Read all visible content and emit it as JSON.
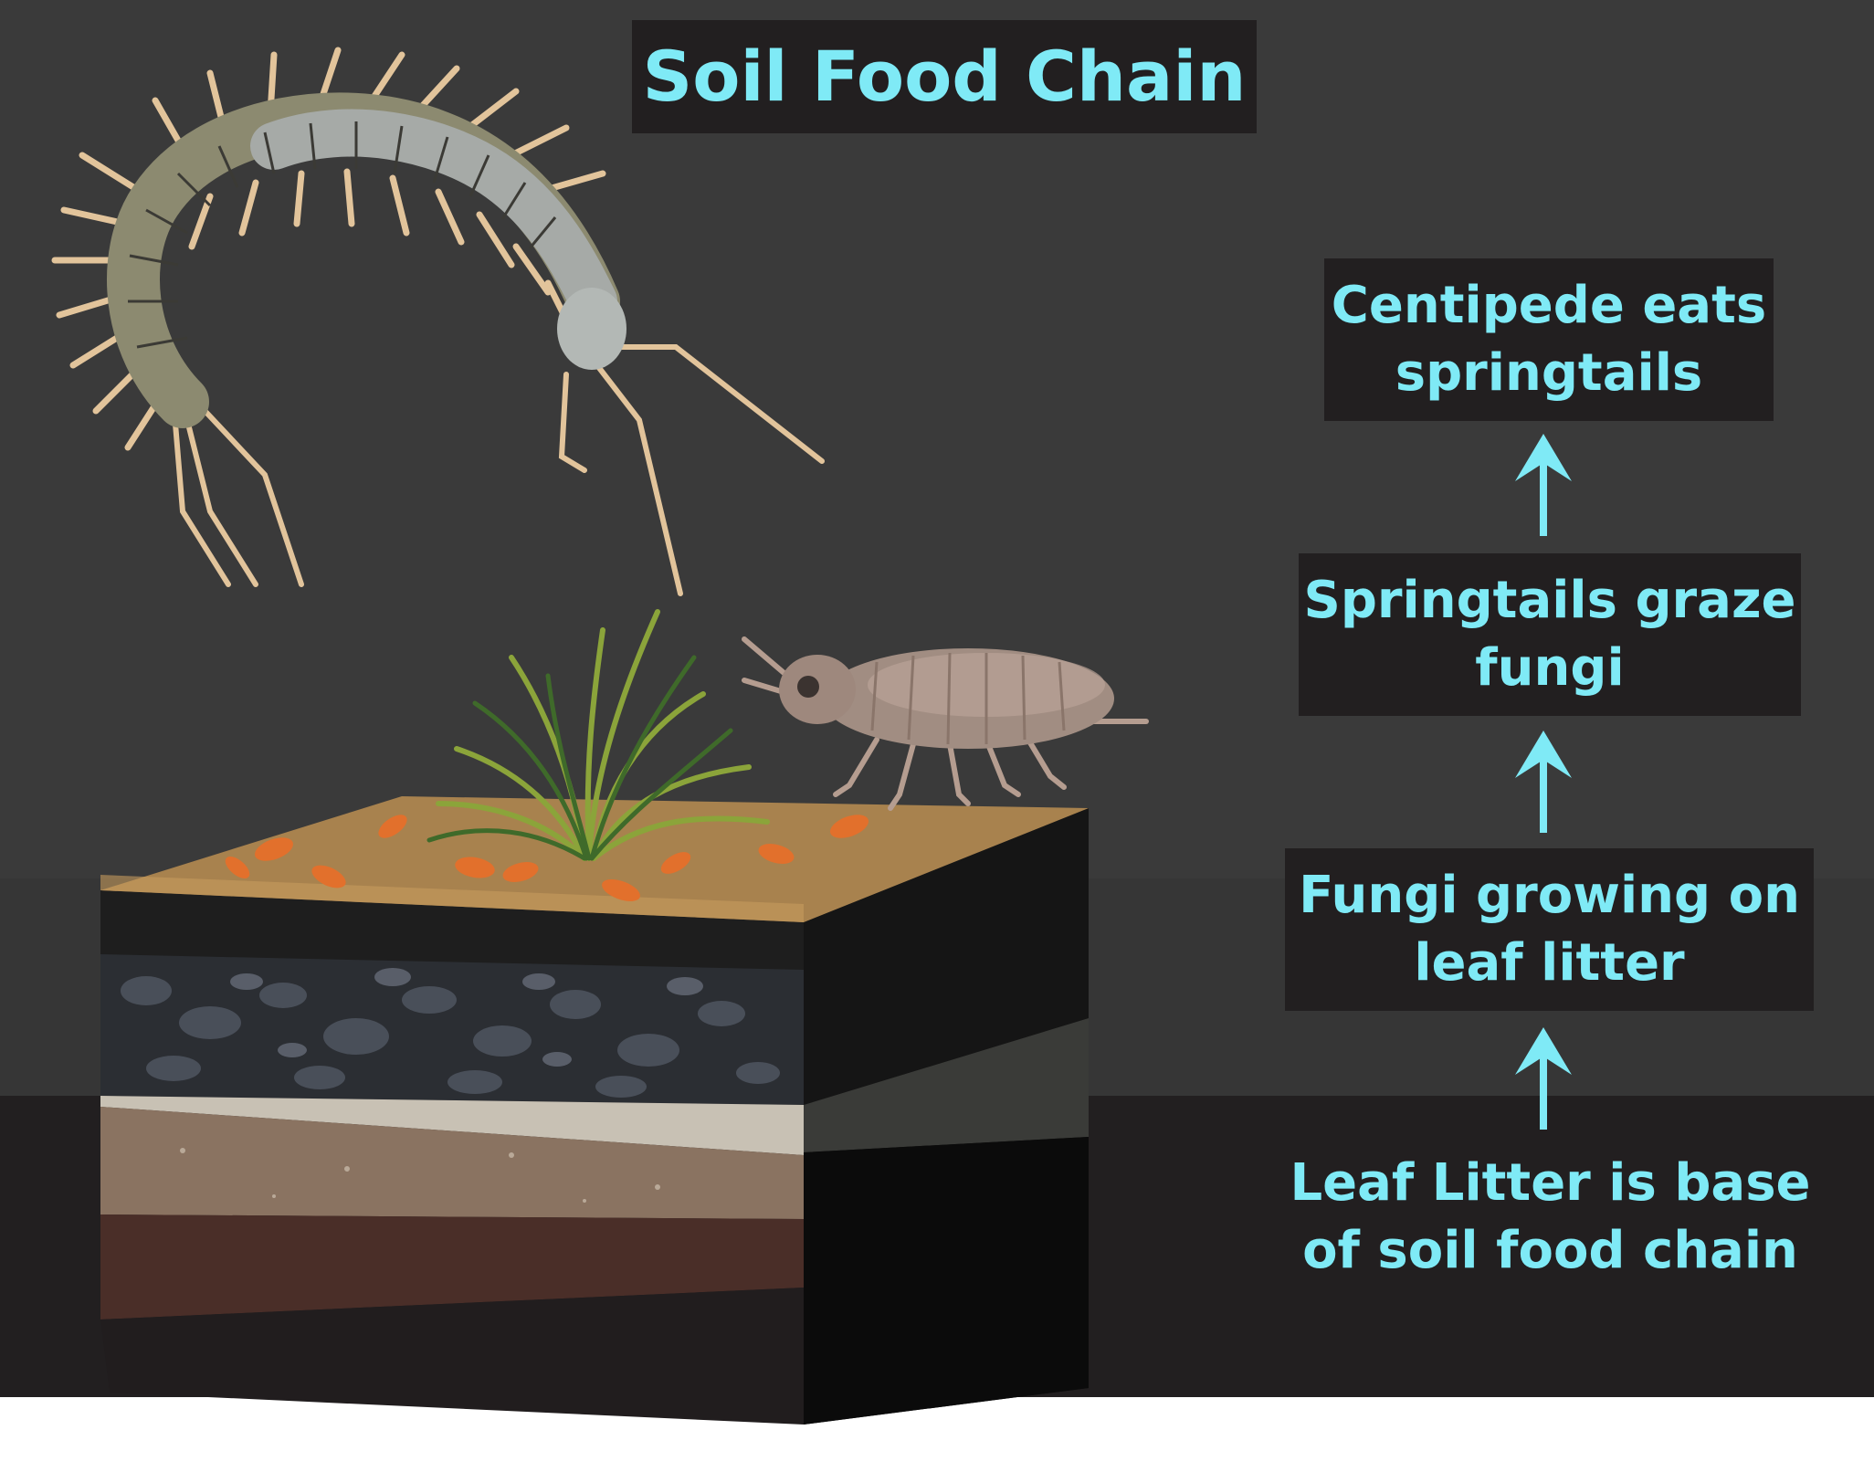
{
  "title": "Soil Food Chain",
  "chain": [
    {
      "id": "leaf",
      "line1": "Leaf Litter is base",
      "line2": "of soil food chain"
    },
    {
      "id": "fungi",
      "line1": "Fungi growing on",
      "line2": "leaf litter"
    },
    {
      "id": "springtails",
      "line1": "Springtails graze",
      "line2": "fungi"
    },
    {
      "id": "centipede",
      "line1": "Centipede eats",
      "line2": "springtails"
    }
  ],
  "colors": {
    "text_accent": "#7feaf6",
    "label_background": "#221f20",
    "bg_top": "#3a3a3a",
    "bg_middle": "#363636",
    "bg_bottom": "#221f20"
  },
  "icons": [
    "centipede-illustration",
    "springtail-illustration",
    "grass-tuft-illustration",
    "soil-block-illustration",
    "up-arrow-icon"
  ]
}
